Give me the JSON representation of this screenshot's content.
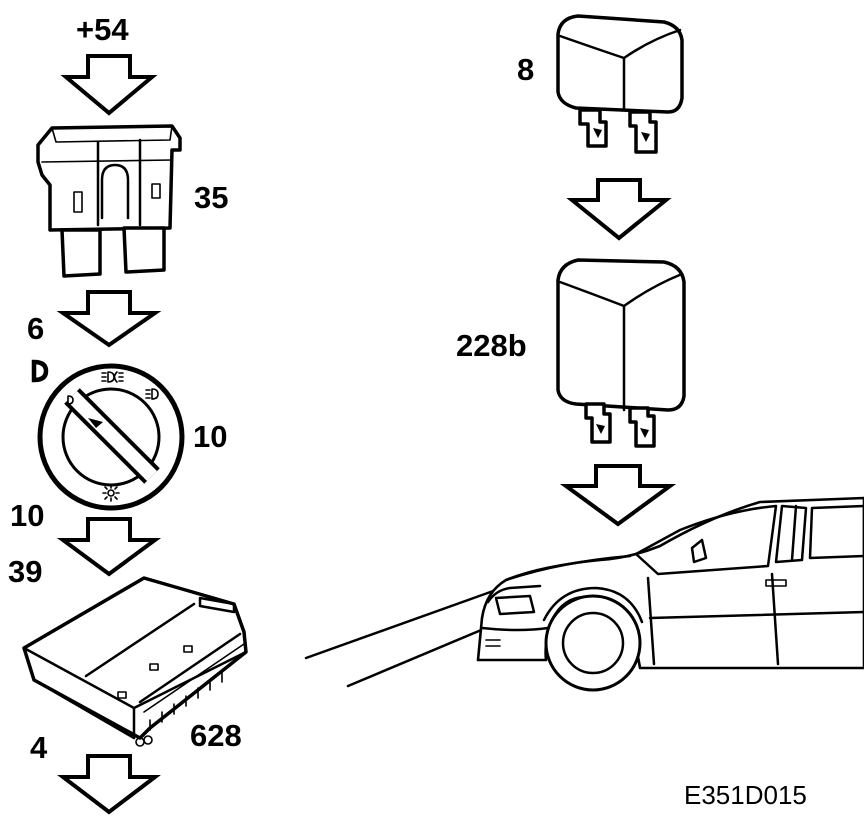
{
  "labels": {
    "feed": "+54",
    "fuse": "35",
    "fuse_out_pin": "6",
    "switch": "10",
    "switch_out_pin": "10",
    "module_in_pin": "39",
    "module": "628",
    "module_out_pin": "4",
    "relay_small": "8",
    "relay_large": "228b"
  },
  "figure_code": "E351D015",
  "icons": [
    "fuse-icon",
    "light-switch-icon",
    "control-module-icon",
    "relay-icon",
    "car-front-icon",
    "flow-arrow-icon"
  ]
}
